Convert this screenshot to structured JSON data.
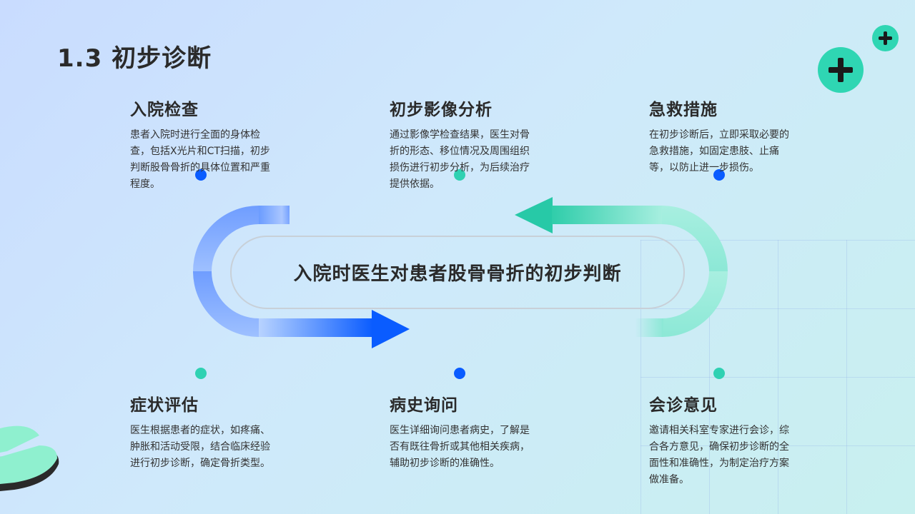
{
  "page": {
    "title": "1.3 初步诊断"
  },
  "center": {
    "text": "入院时医生对患者股骨骨折的初步判断"
  },
  "colors": {
    "blue": "#0a5cff",
    "teal": "#2fd1b2",
    "dark": "#2a2a2a"
  },
  "icons": {
    "plus_large": "plus-icon",
    "plus_small": "plus-icon",
    "arrow_right": "arrow-right-icon",
    "arrow_left": "arrow-left-icon"
  },
  "items": [
    {
      "title": "入院检查",
      "desc": "患者入院时进行全面的身体检查，包括X光片和CT扫描，初步判断股骨骨折的具体位置和严重程度。",
      "dot_color": "#0a5cff"
    },
    {
      "title": "初步影像分析",
      "desc": "通过影像学检查结果，医生对骨折的形态、移位情况及周围组织损伤进行初步分析，为后续治疗提供依据。",
      "dot_color": "#2fd1b2"
    },
    {
      "title": "急救措施",
      "desc": "在初步诊断后，立即采取必要的急救措施，如固定患肢、止痛等，以防止进一步损伤。",
      "dot_color": "#0a5cff"
    },
    {
      "title": "症状评估",
      "desc": "医生根据患者的症状，如疼痛、肿胀和活动受限，结合临床经验进行初步诊断，确定骨折类型。",
      "dot_color": "#2fd1b2"
    },
    {
      "title": "病史询问",
      "desc": "医生详细询问患者病史，了解是否有既往骨折或其他相关疾病，辅助初步诊断的准确性。",
      "dot_color": "#0a5cff"
    },
    {
      "title": "会诊意见",
      "desc": "邀请相关科室专家进行会诊，综合各方意见，确保初步诊断的全面性和准确性，为制定治疗方案做准备。",
      "dot_color": "#2fd1b2"
    }
  ]
}
